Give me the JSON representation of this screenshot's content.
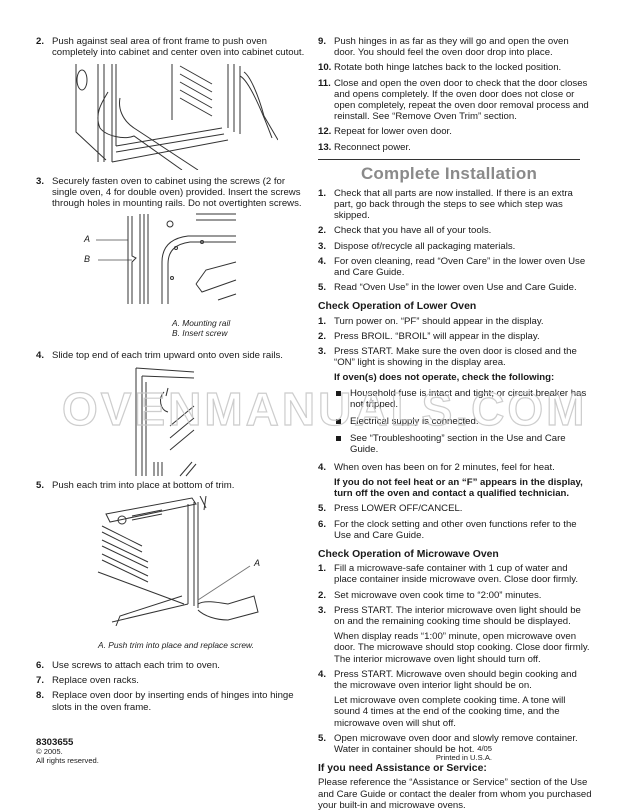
{
  "left_column": {
    "step2": {
      "num": "2.",
      "text": "Push against seal area of front frame to push oven completely into cabinet and center oven into cabinet cutout."
    },
    "step3": {
      "num": "3.",
      "text": "Securely fasten oven to cabinet using the screws (2 for single oven, 4 for double oven) provided. Insert the screws through holes in mounting rails. Do not overtighten screws."
    },
    "figure_mounting": {
      "label_a": "A",
      "label_b": "B",
      "caption_a": "A. Mounting rail",
      "caption_b": "B. Insert screw"
    },
    "step4": {
      "num": "4.",
      "text": "Slide top end of each trim upward onto oven side rails."
    },
    "step5": {
      "num": "5.",
      "text": "Push each trim into place at bottom of trim."
    },
    "figure_trim": {
      "label_a": "A",
      "caption": "A. Push trim into place and replace screw."
    },
    "steps_after": [
      {
        "num": "6.",
        "text": "Use screws to attach each trim to oven."
      },
      {
        "num": "7.",
        "text": "Replace oven racks."
      },
      {
        "num": "8.",
        "text": "Replace oven door by inserting ends of hinges into hinge slots in the oven frame."
      }
    ]
  },
  "right_column": {
    "steps_continued": [
      {
        "num": "9.",
        "text": "Push hinges in as far as they will go and open the oven door. You should feel the oven door drop into place."
      },
      {
        "num": "10.",
        "text": "Rotate both hinge latches back to the locked position."
      },
      {
        "num": "11.",
        "text": "Close and open the oven door to check that the door closes and opens completely. If the oven door does not close or open completely, repeat the oven door removal process and reinstall. See “Remove Oven Trim” section."
      },
      {
        "num": "12.",
        "text": "Repeat for lower oven door."
      },
      {
        "num": "13.",
        "text": "Reconnect power."
      }
    ],
    "complete_installation": {
      "title": "Complete Installation",
      "steps": [
        {
          "num": "1.",
          "text": "Check that all parts are now installed. If there is an extra part, go back through the steps to see which step was skipped."
        },
        {
          "num": "2.",
          "text": "Check that you have all of your tools."
        },
        {
          "num": "3.",
          "text": "Dispose of/recycle all packaging materials."
        },
        {
          "num": "4.",
          "text": "For oven cleaning, read “Oven Care” in the lower oven Use and Care Guide."
        },
        {
          "num": "5.",
          "text": "Read “Oven Use” in the lower oven Use and Care Guide."
        }
      ]
    },
    "lower_oven": {
      "heading": "Check Operation of Lower Oven",
      "step1": {
        "num": "1.",
        "text": "Turn power on. “PF” should appear in the display."
      },
      "step2": {
        "num": "2.",
        "text": "Press BROIL. “BROIL” will appear in the display."
      },
      "step3": {
        "num": "3.",
        "text": " Press START. Make sure the oven door is closed and the “ON” light is showing in the display area."
      },
      "check_heading": "If oven(s) does not operate, check the following:",
      "bullets": [
        "Household fuse is intact and tight; or circuit breaker has not tripped.",
        "Electrical supply is connected.",
        "See “Troubleshooting” section in the Use and Care Guide."
      ],
      "step4": {
        "num": "4.",
        "text": "When oven has been on for 2 minutes, feel for heat."
      },
      "warning": "If you do not feel heat or an “F” appears in the display, turn off the oven and contact a qualified technician.",
      "step5": {
        "num": "5.",
        "text": "Press LOWER OFF/CANCEL."
      },
      "step6": {
        "num": "6.",
        "text": "For the clock setting and other oven functions refer to the Use and Care Guide."
      }
    },
    "microwave": {
      "heading": "Check Operation of Microwave Oven",
      "step1": {
        "num": "1.",
        "text": "Fill a microwave-safe container with 1 cup of water and place container inside microwave oven. Close door firmly."
      },
      "step2": {
        "num": "2.",
        "text": "Set microwave oven cook time to “2:00” minutes."
      },
      "step3": {
        "num": "3.",
        "text": "Press START. The interior microwave oven light should be on and the remaining cooking time should be displayed.",
        "extra": "When display reads “1:00” minute, open microwave oven door. The microwave should stop cooking. Close door firmly. The interior microwave oven light should turn off."
      },
      "step4": {
        "num": "4.",
        "text": "Press START. Microwave oven should begin cooking and the microwave oven interior light should be on.",
        "extra": "Let microwave oven complete cooking time. A tone will sound 4 times at the end of the cooking time, and the microwave oven will shut off."
      },
      "step5": {
        "num": "5.",
        "text": "Open microwave oven door and slowly remove container. Water in container should be hot."
      }
    },
    "assistance": {
      "heading": "If you need Assistance or Service:",
      "text": "Please reference the “Assistance or Service” section of the Use and Care Guide or contact the dealer from whom you purchased your built-in and microwave ovens."
    }
  },
  "footer": {
    "doc_number": "8303655",
    "copyright": "© 2005.",
    "rights": "All rights reserved.",
    "date": "4/05",
    "printed": "Printed in U.S.A."
  },
  "watermark": "OVENMANUALS.COM",
  "colors": {
    "text": "#1a1a1a",
    "section_title": "#8a8a8a",
    "watermark_outline": "#c8c8c8"
  }
}
